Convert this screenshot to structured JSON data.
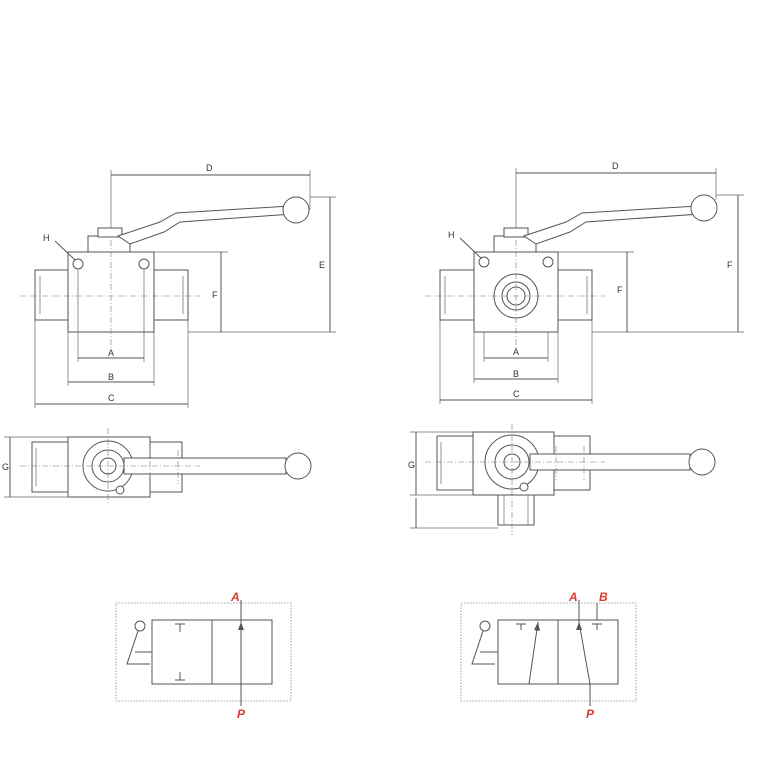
{
  "dimension_labels": {
    "A": "A",
    "B": "B",
    "C": "C",
    "D": "D",
    "E": "E",
    "F": "F",
    "G": "G",
    "H": "H"
  },
  "port_labels": {
    "A": "A",
    "P": "P",
    "B": "B"
  },
  "colors": {
    "port_label": "#e03a2f",
    "outline": "#555555",
    "dimension_text": "#333333"
  }
}
